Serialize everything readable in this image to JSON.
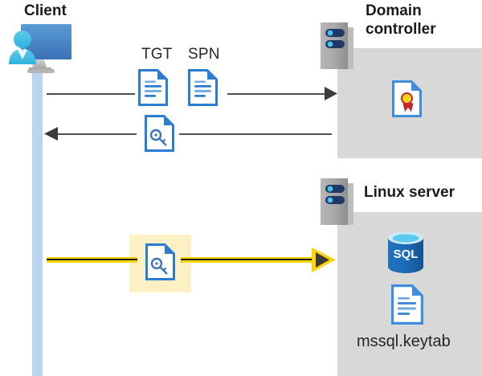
{
  "diagram": {
    "type": "kerberos-authentication-flow",
    "background": "#ffffff",
    "colors": {
      "panel_gray": "#d8d8d8",
      "lifeline_blue": "#b9d5f2",
      "doc_blue": "#2b7cd3",
      "arrow_gray": "#4f4f4f",
      "highlight_yellow": "#fdf0c4",
      "arrow_yellow": "#ffd400",
      "sql_blue": "#1c6bb6",
      "seal_red": "#c1272d",
      "seal_gold": "#ffd21e"
    }
  },
  "actors": {
    "client": {
      "label": "Client",
      "icon": "user-with-monitor-icon"
    },
    "domain_controller": {
      "label_line1": "Domain",
      "label_line2": "controller",
      "label": "Domain controller",
      "icon": "server-rack-icon",
      "contents": [
        {
          "name": "certificate-document-icon",
          "label": ""
        }
      ]
    },
    "linux_server": {
      "label": "Linux server",
      "icon": "server-rack-icon",
      "contents": [
        {
          "name": "sql-database-icon",
          "label": "SQL"
        },
        {
          "name": "keytab-document-icon",
          "label": "mssql.keytab"
        }
      ]
    }
  },
  "messages": [
    {
      "id": "msg-1",
      "direction": "client-to-domain-controller",
      "style": "thin-gray-arrow",
      "artifacts": [
        {
          "label": "TGT",
          "icon": "document-icon"
        },
        {
          "label": "SPN",
          "icon": "document-icon"
        }
      ]
    },
    {
      "id": "msg-2",
      "direction": "domain-controller-to-client",
      "style": "thin-gray-arrow",
      "artifacts": [
        {
          "label": "",
          "icon": "document-key-icon"
        }
      ]
    },
    {
      "id": "msg-3",
      "direction": "client-to-linux-server",
      "style": "thick-yellow-arrow",
      "highlighted": true,
      "artifacts": [
        {
          "label": "",
          "icon": "document-key-icon"
        }
      ]
    }
  ]
}
